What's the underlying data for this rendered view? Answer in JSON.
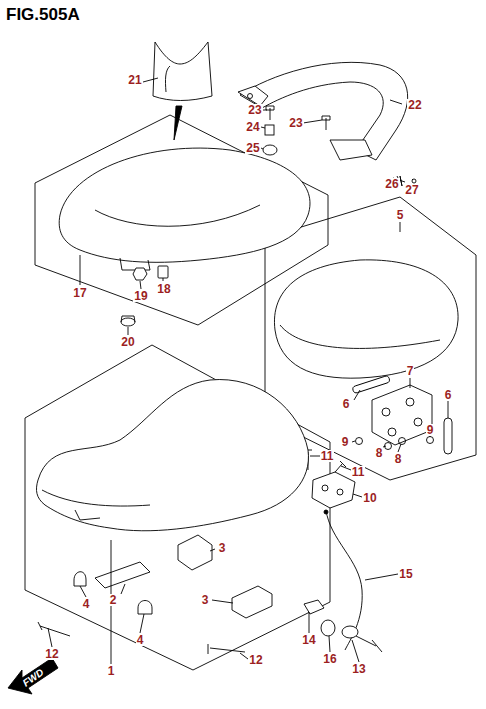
{
  "diagram": {
    "title": "FIG.505A",
    "labels": [
      "21",
      "22",
      "23",
      "24",
      "23",
      "25",
      "26",
      "27",
      "5",
      "17",
      "19",
      "18",
      "20",
      "7",
      "6",
      "6",
      "8",
      "8",
      "9",
      "9",
      "11",
      "11",
      "10",
      "3",
      "15",
      "2",
      "3",
      "4",
      "4",
      "14",
      "12",
      "16",
      "13",
      "12",
      "1",
      "FWD"
    ]
  }
}
